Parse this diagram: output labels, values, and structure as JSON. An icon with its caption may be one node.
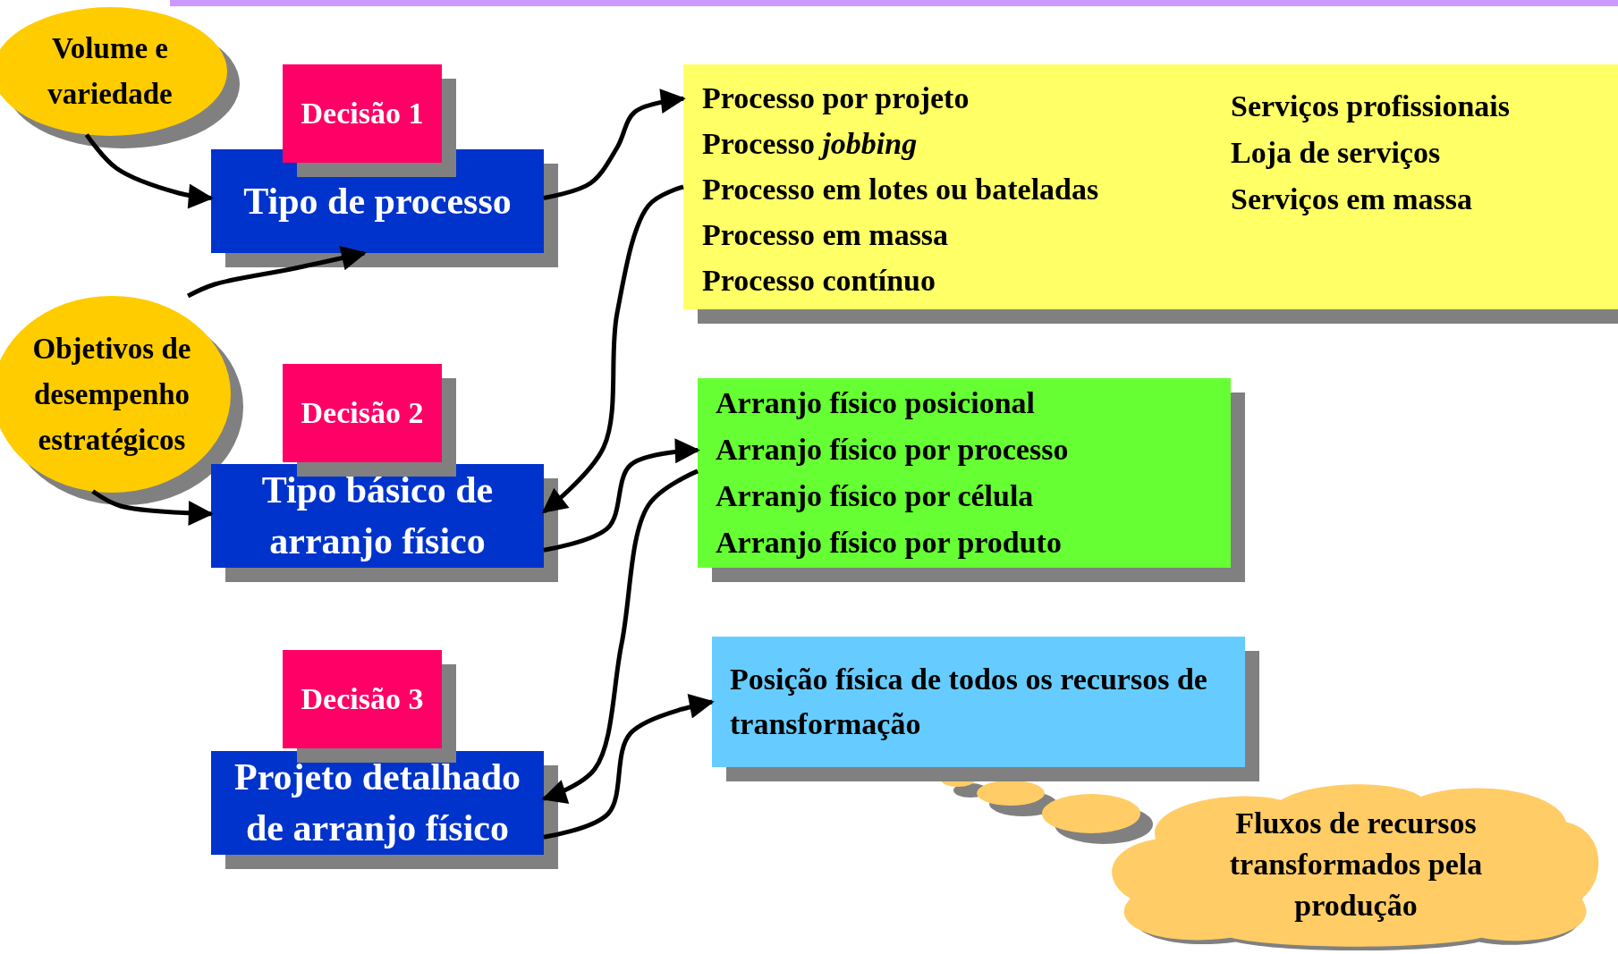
{
  "diagram": {
    "nodes": [
      {
        "text": [
          "Volume e variedade"
        ]
      },
      {
        "text": [
          "Decisão 1"
        ]
      },
      {
        "text": [
          "Tipo de processo"
        ]
      },
      {
        "text": [
          "Objetivos de desempenho estratégicos"
        ]
      },
      {
        "text": [
          "Decisão 2"
        ]
      },
      {
        "text": [
          "Tipo básico de arranjo físico"
        ]
      },
      {
        "text": [
          "Decisão 3"
        ]
      },
      {
        "text": [
          "Projeto detalhado de arranjo físico"
        ]
      },
      {
        "text": [
          "Processo por projeto",
          "Processo *jobbing*",
          "Processo em lotes ou bateladas",
          "Processo em massa",
          "Processo contínuo",
          "Serviços profissionais",
          "Loja de serviços",
          "Serviços em massa"
        ]
      },
      {
        "text": [
          "Arranjo físico posicional",
          "Arranjo físico por processo",
          "Arranjo físico por célula",
          "Arranjo físico por produto"
        ]
      },
      {
        "text": [
          "Posição física de todos os recursos de transformação"
        ]
      },
      {
        "text": [
          "Fluxos de recursos transformados pela produção"
        ]
      }
    ],
    "edges": [
      {
        "from": 0,
        "to": 2,
        "arrow": "to"
      },
      {
        "from": 3,
        "to": 2,
        "arrow": "to"
      },
      {
        "from": 3,
        "to": 5,
        "arrow": "to"
      },
      {
        "from": 2,
        "to": 8,
        "arrow": "to"
      },
      {
        "from": 8,
        "to": 5,
        "arrow": "to"
      },
      {
        "from": 5,
        "to": 9,
        "arrow": "to"
      },
      {
        "from": 9,
        "to": 7,
        "arrow": "to"
      },
      {
        "from": 7,
        "to": 10,
        "arrow": "to"
      }
    ]
  }
}
